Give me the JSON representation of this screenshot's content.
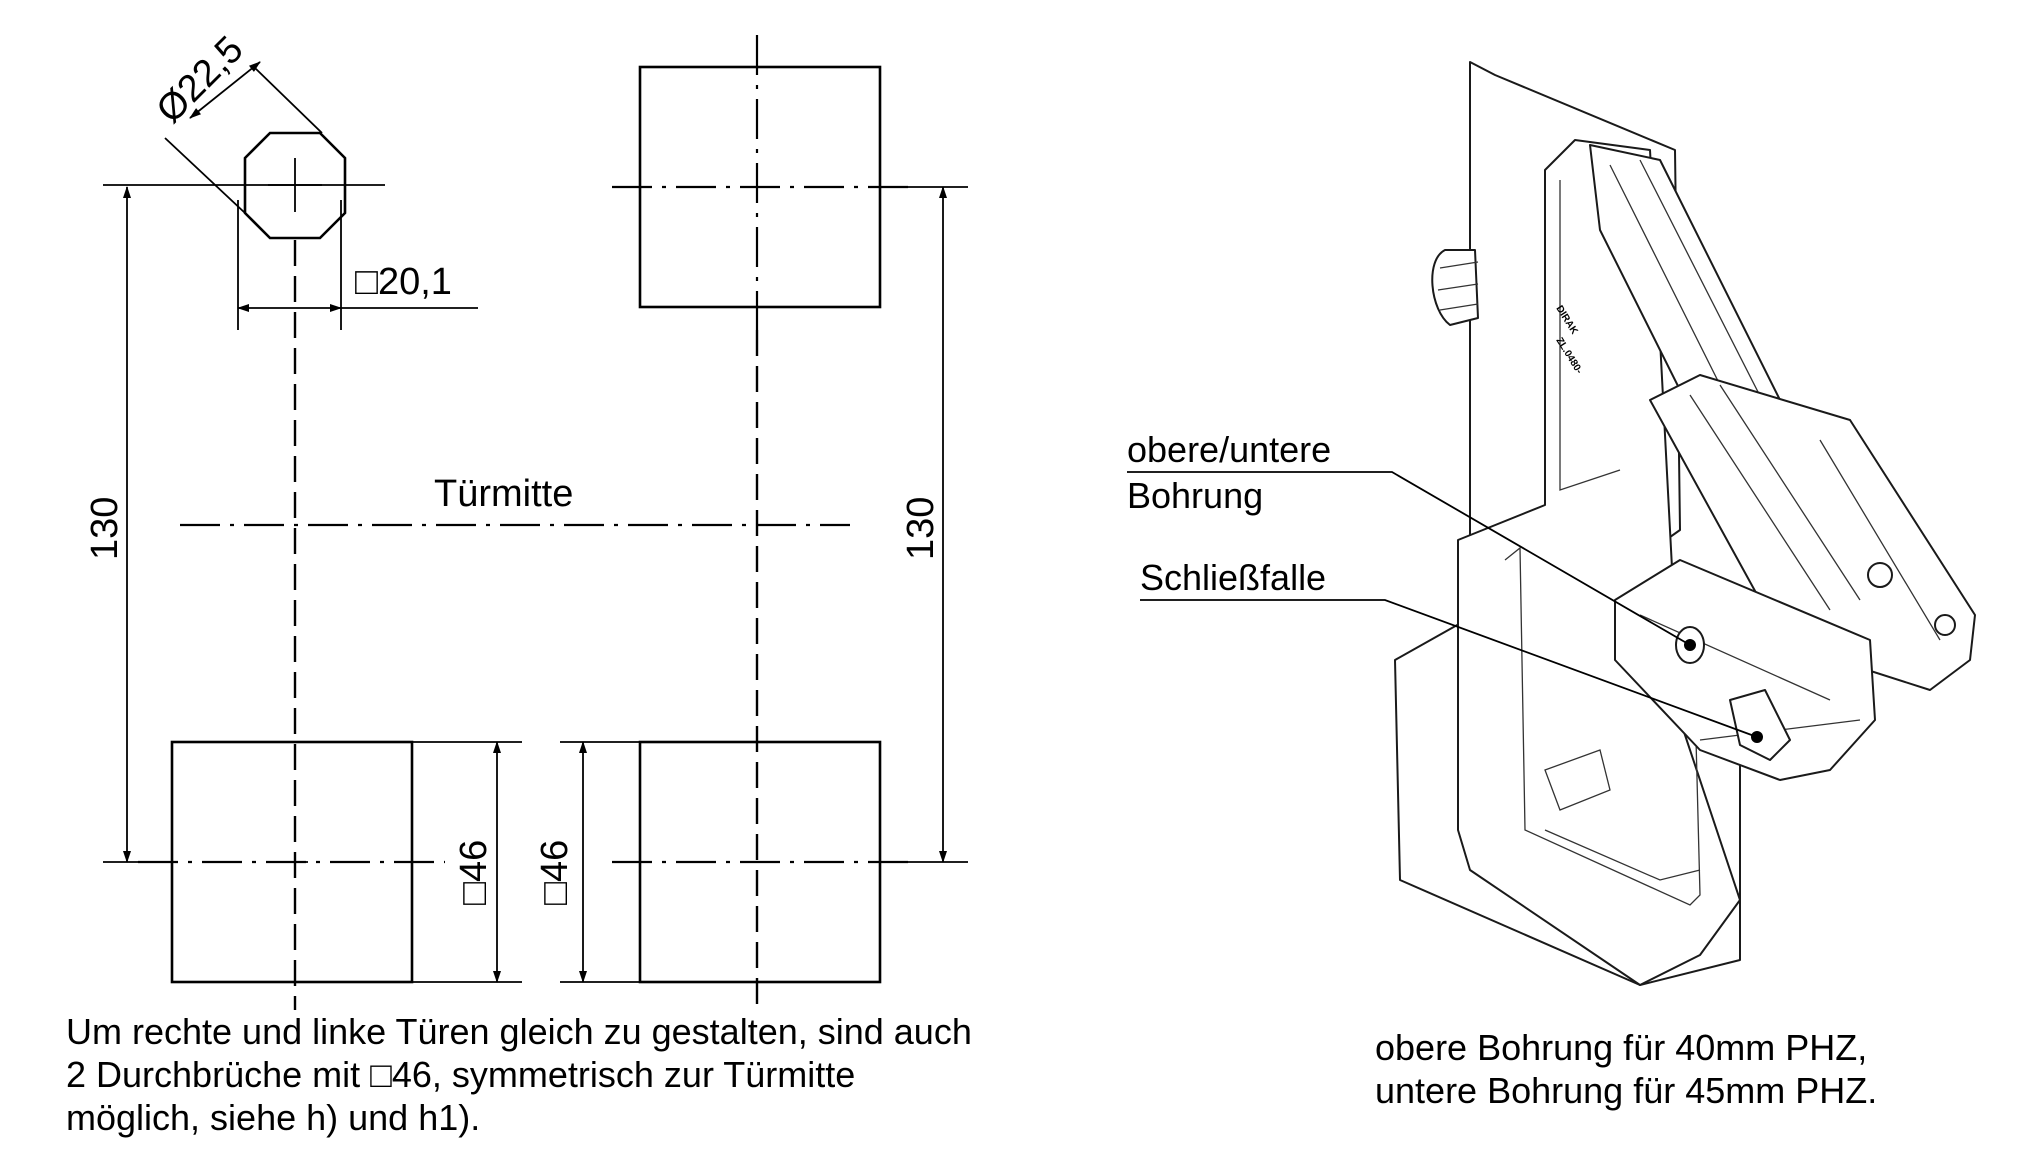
{
  "dimensions": {
    "diameter": "Ø22,5",
    "square_small": "□20,1",
    "height_left": "130",
    "height_right": "130",
    "square_left": "□46",
    "square_right": "□46"
  },
  "center_label": "Türmitte",
  "callouts": {
    "bore": [
      "obere/untere",
      "Bohrung"
    ],
    "latch": "Schließfalle"
  },
  "notes": {
    "left": "Um rechte und linke Türen gleich zu gestalten, sind auch\n2 Durchbrüche mit □46, symmetrisch zur Türmitte\nmöglich, siehe h) und h1).",
    "right": "obere Bohrung für 40mm PHZ,\nuntere Bohrung für 45mm PHZ."
  },
  "product_marking": [
    "DIRAK",
    "ZL.0480-"
  ]
}
